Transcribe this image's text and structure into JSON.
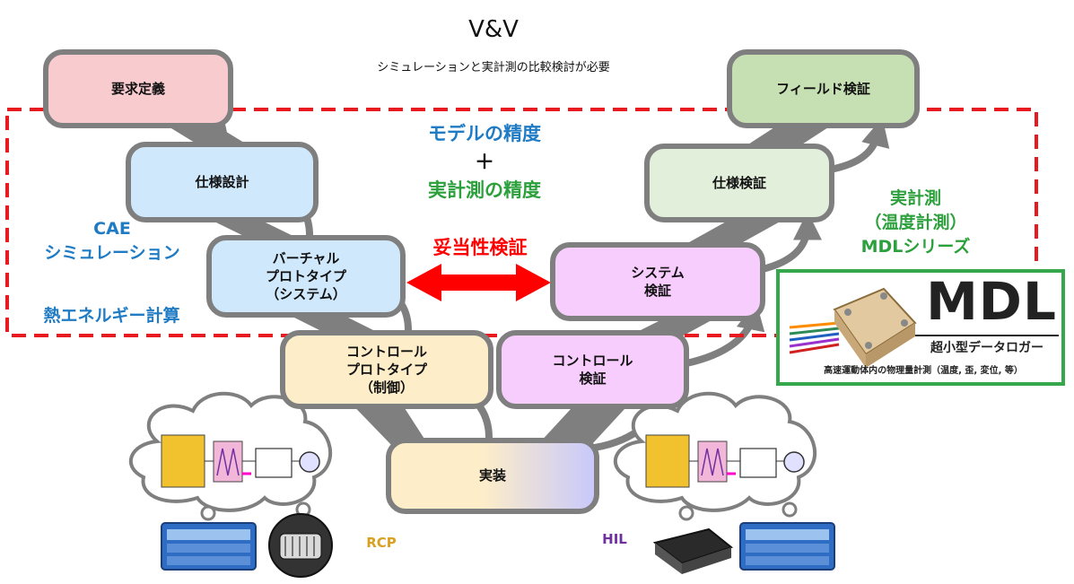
{
  "header": {
    "title": "V&V",
    "subtitle": "シミュレーションと実計測の比較検討が必要"
  },
  "left_arm": {
    "requirements": "要求定義",
    "spec_design": "仕様設計",
    "virtual_proto": "バーチャル\nプロトタイプ\n（システム）",
    "control_proto": "コントロール\nプロトタイプ\n（制御）"
  },
  "bottom": {
    "implementation": "実装",
    "rcp_label": "RCP",
    "hil_label": "HIL"
  },
  "right_arm": {
    "field_verify": "フィールド検証",
    "spec_verify": "仕様検証",
    "system_verify": "システム\n検証",
    "control_verify": "コントロール\n検証"
  },
  "center": {
    "model_accuracy": "モデルの精度",
    "plus": "＋",
    "measure_accuracy": "実計測の精度",
    "validation": "妥当性検証"
  },
  "left_notes": {
    "cae": "CAE\nシミュレーション",
    "thermal": "熱エネルギー計算"
  },
  "right_notes": {
    "measurement": "実計測\n（温度計測）\nMDLシリーズ"
  },
  "mdl_panel": {
    "logo": "MDL",
    "tagline": "超小型データロガー",
    "caption": "高速運動体内の物理量計測（温度, 歪, 変位, 等）"
  },
  "colors": {
    "border": "#7f7f7f",
    "arrow": "#7f7f7f",
    "dashed_frame": "#e8191f",
    "blue_text": "#1f7bc4",
    "green_text": "#2ca03c",
    "red": "#ff0000",
    "mdl_frame": "#35a84b",
    "requirements_fill": "#f8cbcf",
    "design_fill": "#cfe8fb",
    "control_proto_fill": "#fdedc8",
    "verify_fill": "#f7cdfd",
    "spec_verify_fill": "#e2efdb",
    "field_fill": "#c6e0b4",
    "impl_gradient_start": "#fdedc8",
    "impl_gradient_end": "#c9c9fb",
    "rcp_color": "#d9a022",
    "hil_color": "#7030a0"
  }
}
